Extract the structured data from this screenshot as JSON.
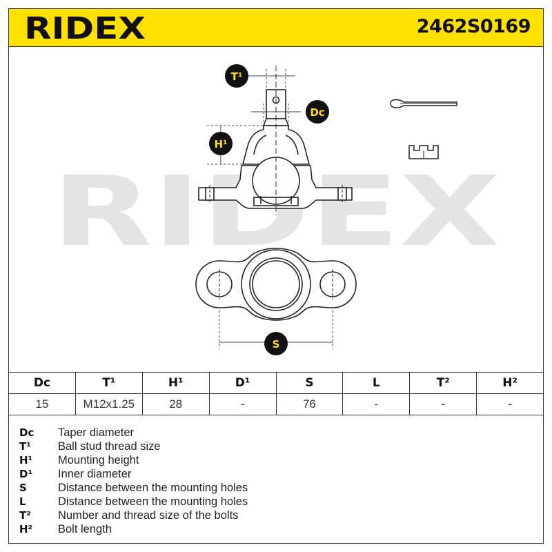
{
  "header": {
    "brand": "RIDEX",
    "part_number": "2462S0169"
  },
  "diagram": {
    "watermark": "RIDEX",
    "callouts": {
      "t1": "T¹",
      "dc": "Dc",
      "h1": "H¹",
      "s": "S"
    }
  },
  "specs": {
    "columns": [
      "Dc",
      "T¹",
      "H¹",
      "D¹",
      "S",
      "L",
      "T²",
      "H²"
    ],
    "values": [
      "15",
      "M12x1.25",
      "28",
      "-",
      "76",
      "-",
      "-",
      "-"
    ]
  },
  "legend": [
    {
      "code": "Dc",
      "desc": "Taper diameter"
    },
    {
      "code": "T¹",
      "desc": "Ball stud thread size"
    },
    {
      "code": "H¹",
      "desc": "Mounting height"
    },
    {
      "code": "D¹",
      "desc": "Inner diameter"
    },
    {
      "code": "S",
      "desc": "Distance between the mounting holes"
    },
    {
      "code": "L",
      "desc": "Distance between the mounting holes"
    },
    {
      "code": "T²",
      "desc": "Number and thread size of the bolts"
    },
    {
      "code": "H²",
      "desc": "Bolt length"
    }
  ],
  "colors": {
    "accent_yellow": "#ffe100",
    "callout_fill": "#111111",
    "watermark": "#e4e4e4"
  }
}
